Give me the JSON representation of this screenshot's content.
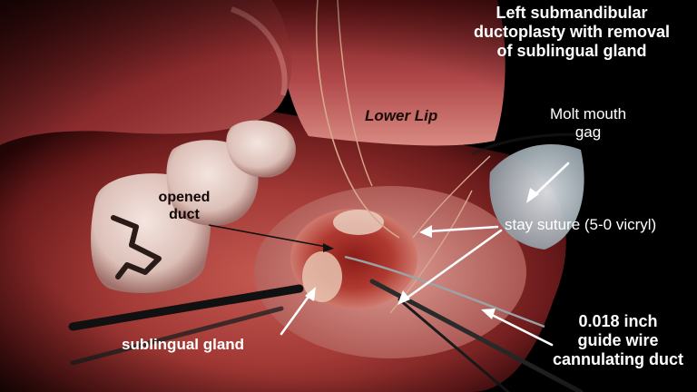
{
  "title": "Left submandibular\nductoplasty with removal\nof sublingual gland",
  "labels": {
    "lower_lip": "Lower Lip",
    "mouth_gag": "Molt mouth\ngag",
    "stay_suture": "stay suture (5-0 vicryl)",
    "guide_wire": "0.018 inch\nguide wire\ncannulating duct",
    "opened_duct": "opened\nduct",
    "sublingual_gland": "sublingual gland"
  },
  "colors": {
    "background": "#000000",
    "tissue": "#a8393a",
    "label_light": "#ffffff",
    "label_dark": "#120505"
  }
}
